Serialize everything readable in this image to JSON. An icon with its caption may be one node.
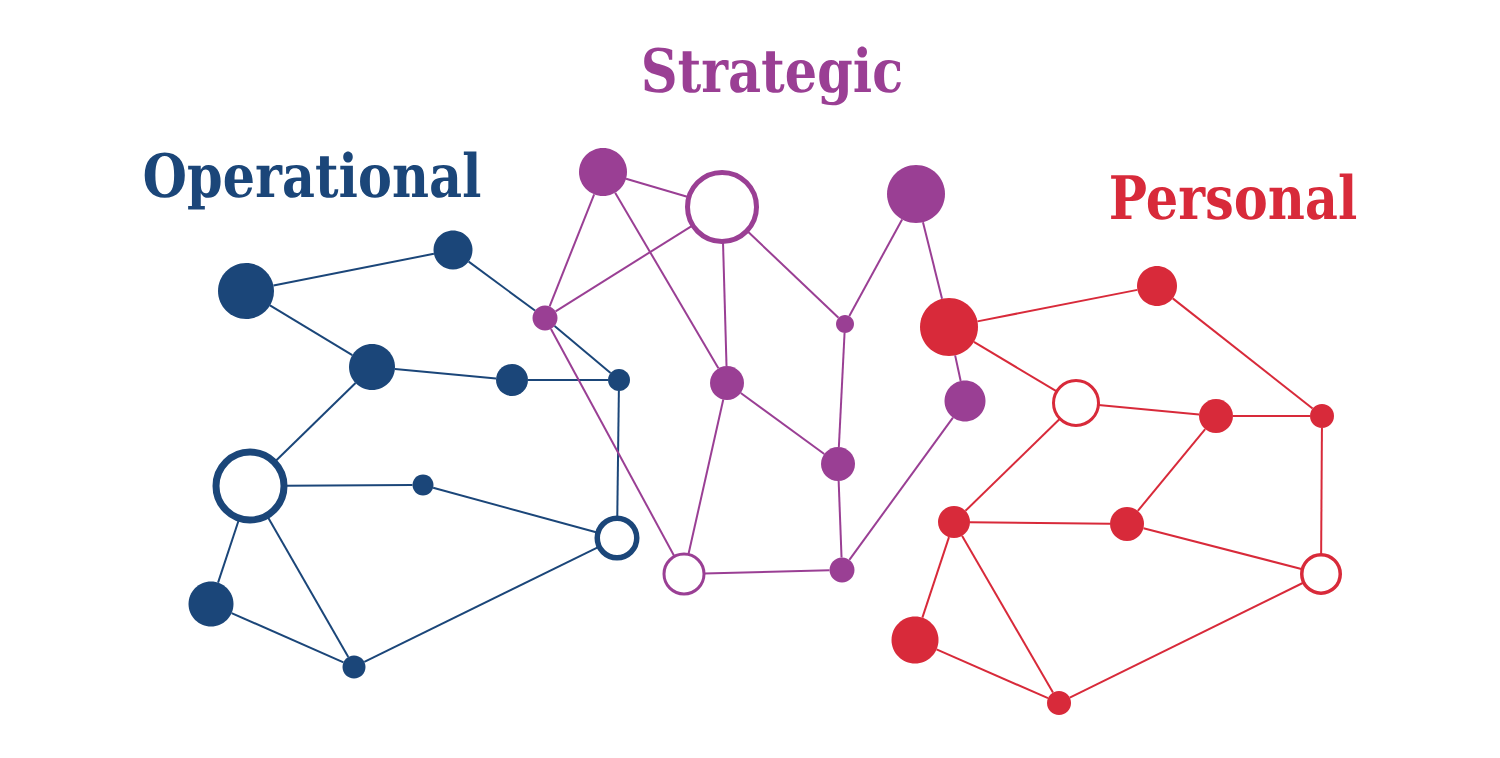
{
  "diagram": {
    "nodes": [
      {
        "text": [],
        "shape": "dot"
      },
      {
        "text": [],
        "shape": "dot"
      },
      {
        "text": [],
        "shape": "dot"
      },
      {
        "text": [],
        "shape": "dot"
      },
      {
        "text": [],
        "shape": "dot"
      },
      {
        "text": [],
        "shape": "circle"
      },
      {
        "text": [],
        "shape": "dot"
      },
      {
        "text": [],
        "shape": "circle"
      },
      {
        "text": [],
        "shape": "dot"
      },
      {
        "text": [],
        "shape": "dot"
      },
      {
        "text": [],
        "shape": "dot"
      },
      {
        "text": [],
        "shape": "circle"
      },
      {
        "text": [],
        "shape": "dot"
      },
      {
        "text": [],
        "shape": "dot"
      },
      {
        "text": [],
        "shape": "dot"
      },
      {
        "text": [],
        "shape": "dot"
      },
      {
        "text": [],
        "shape": "dot"
      },
      {
        "text": [],
        "shape": "dot"
      },
      {
        "text": [],
        "shape": "circle"
      },
      {
        "text": [],
        "shape": "dot"
      },
      {
        "text": [],
        "shape": "dot"
      },
      {
        "text": [],
        "shape": "dot"
      },
      {
        "text": [],
        "shape": "circle"
      },
      {
        "text": [],
        "shape": "dot"
      },
      {
        "text": [],
        "shape": "dot"
      },
      {
        "text": [],
        "shape": "dot"
      },
      {
        "text": [],
        "shape": "dot"
      },
      {
        "text": [],
        "shape": "circle"
      },
      {
        "text": [],
        "shape": "dot"
      },
      {
        "text": [],
        "shape": "dot"
      }
    ],
    "edges": [
      {
        "from": 0,
        "to": 1,
        "arrow": "none",
        "color": "#1b4679"
      },
      {
        "from": 0,
        "to": 2,
        "arrow": "none",
        "color": "#1b4679"
      },
      {
        "from": 1,
        "to": 13,
        "arrow": "none",
        "color": "#1b4679"
      },
      {
        "from": 13,
        "to": 4,
        "arrow": "none",
        "color": "#1b4679"
      },
      {
        "from": 2,
        "to": 3,
        "arrow": "none",
        "color": "#1b4679"
      },
      {
        "from": 3,
        "to": 4,
        "arrow": "none",
        "color": "#1b4679"
      },
      {
        "from": 2,
        "to": 5,
        "arrow": "none",
        "color": "#1b4679"
      },
      {
        "from": 4,
        "to": 7,
        "arrow": "none",
        "color": "#1b4679"
      },
      {
        "from": 5,
        "to": 6,
        "arrow": "none",
        "color": "#1b4679"
      },
      {
        "from": 6,
        "to": 7,
        "arrow": "none",
        "color": "#1b4679"
      },
      {
        "from": 5,
        "to": 8,
        "arrow": "none",
        "color": "#1b4679"
      },
      {
        "from": 5,
        "to": 9,
        "arrow": "none",
        "color": "#1b4679"
      },
      {
        "from": 8,
        "to": 9,
        "arrow": "none",
        "color": "#1b4679"
      },
      {
        "from": 9,
        "to": 7,
        "arrow": "none",
        "color": "#1b4679"
      },
      {
        "from": 10,
        "to": 11,
        "arrow": "none"
      },
      {
        "from": 10,
        "to": 13,
        "arrow": "none"
      },
      {
        "from": 10,
        "to": 15,
        "arrow": "none"
      },
      {
        "from": 11,
        "to": 13,
        "arrow": "none"
      },
      {
        "from": 11,
        "to": 15,
        "arrow": "none"
      },
      {
        "from": 11,
        "to": 14,
        "arrow": "none"
      },
      {
        "from": 12,
        "to": 14,
        "arrow": "none"
      },
      {
        "from": 12,
        "to": 20,
        "arrow": "none"
      },
      {
        "from": 20,
        "to": 16,
        "arrow": "none"
      },
      {
        "from": 13,
        "to": 18,
        "arrow": "none"
      },
      {
        "from": 14,
        "to": 17,
        "arrow": "none"
      },
      {
        "from": 15,
        "to": 17,
        "arrow": "none"
      },
      {
        "from": 15,
        "to": 18,
        "arrow": "none"
      },
      {
        "from": 17,
        "to": 19,
        "arrow": "none"
      },
      {
        "from": 18,
        "to": 19,
        "arrow": "none"
      },
      {
        "from": 19,
        "to": 16,
        "arrow": "none"
      },
      {
        "from": 20,
        "to": 21,
        "arrow": "none",
        "color": "#d82a3a"
      },
      {
        "from": 20,
        "to": 22,
        "arrow": "none",
        "color": "#d82a3a"
      },
      {
        "from": 21,
        "to": 24,
        "arrow": "none",
        "color": "#d82a3a"
      },
      {
        "from": 22,
        "to": 23,
        "arrow": "none",
        "color": "#d82a3a"
      },
      {
        "from": 23,
        "to": 24,
        "arrow": "none",
        "color": "#d82a3a"
      },
      {
        "from": 22,
        "to": 25,
        "arrow": "none",
        "color": "#d82a3a"
      },
      {
        "from": 23,
        "to": 26,
        "arrow": "none",
        "color": "#d82a3a"
      },
      {
        "from": 24,
        "to": 27,
        "arrow": "none",
        "color": "#d82a3a"
      },
      {
        "from": 25,
        "to": 26,
        "arrow": "none",
        "color": "#d82a3a"
      },
      {
        "from": 26,
        "to": 27,
        "arrow": "none",
        "color": "#d82a3a"
      },
      {
        "from": 25,
        "to": 28,
        "arrow": "none",
        "color": "#d82a3a"
      },
      {
        "from": 25,
        "to": 29,
        "arrow": "none",
        "color": "#d82a3a"
      },
      {
        "from": 28,
        "to": 29,
        "arrow": "none",
        "color": "#d82a3a"
      },
      {
        "from": 29,
        "to": 27,
        "arrow": "none",
        "color": "#d82a3a"
      }
    ],
    "labels": [
      "Strategic",
      "Operational",
      "Personal"
    ]
  }
}
